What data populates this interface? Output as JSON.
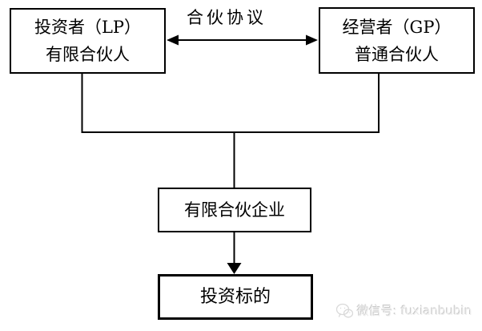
{
  "nodes": {
    "investor": {
      "line1": "投资者（LP）",
      "line2": "有限合伙人"
    },
    "operator": {
      "line1": "经营者（GP）",
      "line2": "普通合伙人"
    },
    "enterprise": {
      "line1": "有限合伙企业"
    },
    "target": {
      "line1": "投资标的"
    }
  },
  "labels": {
    "partnership_agreement": "合伙协议"
  },
  "watermark": {
    "icon": "wechat-icon",
    "text": "微信号: fuxianbubin"
  },
  "colors": {
    "background": "#ffffff",
    "line": "#000000",
    "box_border": "#000000",
    "watermark_text": "#efefef",
    "watermark_shadow": "#c8c8c8"
  }
}
